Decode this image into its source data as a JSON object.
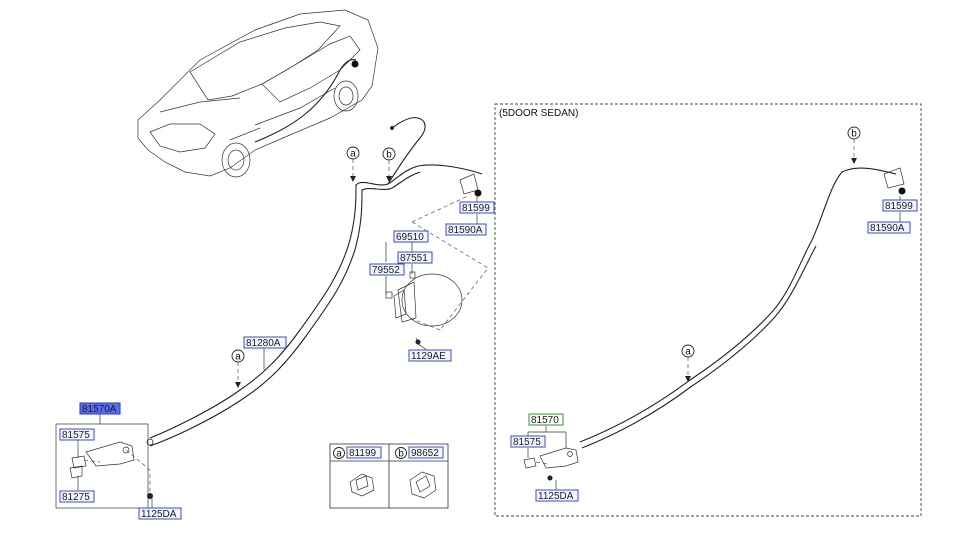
{
  "section": {
    "title": "(5DOOR SEDAN)"
  },
  "labels": {
    "p81570A": "81570A",
    "p81575_left": "81575",
    "p81275": "81275",
    "p1125DA_left": "1125DA",
    "p81280A": "81280A",
    "p69510": "69510",
    "p87551": "87551",
    "p79552": "79552",
    "p1129AE": "1129AE",
    "p81599_left": "81599",
    "p81590A_left": "81590A",
    "p81570": "81570",
    "p81575_right": "81575",
    "p1125DA_right": "1125DA",
    "p81599_right": "81599",
    "p81590A_right": "81590A"
  },
  "markers": {
    "a": "a",
    "b": "b"
  },
  "legend": {
    "a_part": "81199",
    "b_part": "98652"
  },
  "colors": {
    "part_box_border": "#3b4cc0",
    "selected_part_fill": "#5a6cf0",
    "group_box_border": "#2f8f2f",
    "line": "#222222"
  }
}
